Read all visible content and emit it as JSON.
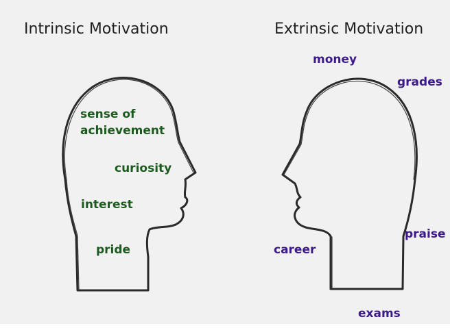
{
  "colors": {
    "intrinsic_text": "#1d5a1f",
    "extrinsic_text": "#3d1a8a",
    "outline": "#2a2a2a",
    "background": "#f1f1f1"
  },
  "left": {
    "heading": "Intrinsic Motivation",
    "words": {
      "sense_of": "sense of",
      "achievement": "achievement",
      "curiosity": "curiosity",
      "interest": "interest",
      "pride": "pride"
    }
  },
  "right": {
    "heading": "Extrinsic Motivation",
    "words": {
      "money": "money",
      "grades": "grades",
      "praise": "praise",
      "career": "career",
      "exams": "exams"
    }
  }
}
